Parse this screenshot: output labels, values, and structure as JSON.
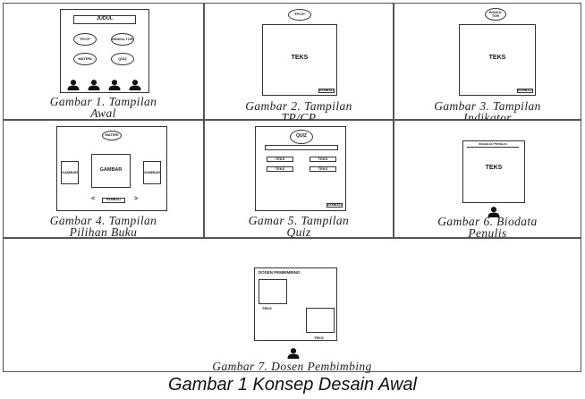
{
  "figure_title": "Gambar 1 Konsep Desain Awal",
  "panels": {
    "p1": {
      "caption": [
        "Gambar 1. Tampilan",
        "Awal"
      ],
      "heading": "JUDUL",
      "buttons": [
        "TP/CP",
        "INDIKA-TOR",
        "MATERI",
        "QUIZ"
      ]
    },
    "p2": {
      "caption": [
        "Gambar 2. Tampilan",
        "TP/CP"
      ],
      "top_button": "TP/CP",
      "body": "TEKS",
      "back": "KEMBALI"
    },
    "p3": {
      "caption": [
        "Gambar 3. Tampilan",
        "Indikator"
      ],
      "top_button": "INDIKA-TOR",
      "body": "TEKS",
      "back": "KEMBALI"
    },
    "p4": {
      "caption": [
        "Gambar 4. Tampilan",
        "Pilihan Buku"
      ],
      "top_button": "MATERI",
      "left_image": "GAMBAR",
      "center_image": "GAMBAR",
      "right_image": "GAMBAR",
      "back": "KEMBALI",
      "prev_arrow": "<",
      "next_arrow": ">"
    },
    "p5": {
      "caption": [
        "Gamar 5. Tampilan",
        "Quiz"
      ],
      "top_button": "QUIZ",
      "options": [
        "TEKS",
        "TEKS",
        "TEKS",
        "TEKS"
      ],
      "back": "KEMBALI"
    },
    "p6": {
      "caption": [
        "Gambar 6. Biodata",
        "Penulis"
      ],
      "heading": "BIODATA PENULIS",
      "body": "TEKS"
    },
    "p7": {
      "caption": "Gambar 7. Dosen Pembimbing",
      "heading": "DOSEN PEMBIMBING",
      "text1": "TEKS",
      "text2": "TEKS"
    }
  }
}
